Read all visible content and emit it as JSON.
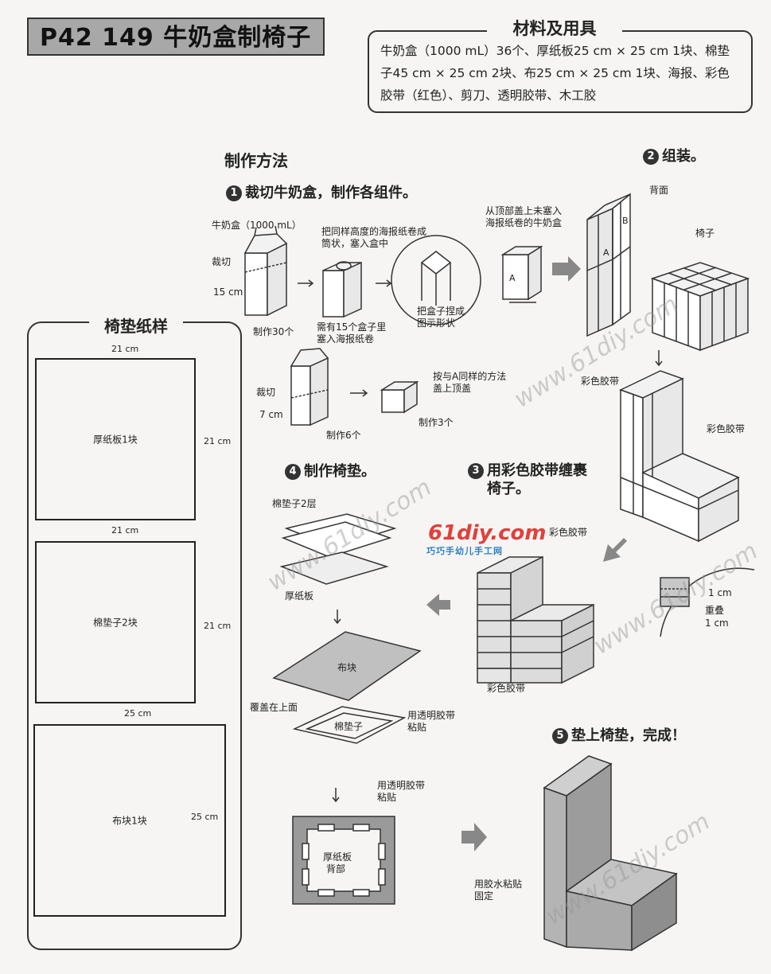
{
  "title": "P42  149  牛奶盒制椅子",
  "materials": {
    "title": "材料及用具",
    "line1": "牛奶盒（1000 mL）36个、厚纸板25 cm × 25 cm 1块、棉垫",
    "line2": "子45 cm × 25 cm  2块、布25 cm × 25 cm 1块、海报、彩色",
    "line3": "胶带（红色）、剪刀、透明胶带、木工胶"
  },
  "method_title": "制作方法",
  "steps": {
    "s1": {
      "num": "1",
      "text": "裁切牛奶盒，制作各组件。"
    },
    "s2": {
      "num": "2",
      "text": "组装。"
    },
    "s3": {
      "num": "3",
      "text1": "用彩色胶带缠裹",
      "text2": "椅子。"
    },
    "s4": {
      "num": "4",
      "text": "制作椅垫。"
    },
    "s5": {
      "num": "5",
      "text": "垫上椅垫，完成！"
    }
  },
  "labels": {
    "carton": "牛奶盒（1000 mL）",
    "cut": "裁切",
    "cm15": "15 cm",
    "make30": "制作30个",
    "poster1": "把同样高度的海报纸卷成",
    "poster2": "筒状，塞入盒中",
    "need1": "需有15个盒子里",
    "need2": "塞入海报纸卷",
    "pinch1": "把盒子捏成",
    "pinch2": "图示形状",
    "cover1": "从顶部盖上未塞入",
    "cover2": "海报纸卷的牛奶盒",
    "cut2": "裁切",
    "cm7": "7 cm",
    "make6": "制作6个",
    "sameA1": "按与A同样的方法",
    "sameA2": "盖上顶盖",
    "make3": "制作3个",
    "back": "背面",
    "seat": "椅子",
    "tape1": "彩色胶带",
    "tape2": "彩色胶带",
    "tape3": "彩色胶带",
    "tape4": "彩色胶带",
    "cm1": "1 cm",
    "overlap": "重叠",
    "cm1b": "1 cm",
    "pad2": "棉垫子2层",
    "board": "厚纸板",
    "cloth": "布块",
    "coverTop": "覆盖在上面",
    "pad": "棉垫子",
    "clearTape1": "用透明胶带",
    "clearTape2": "粘贴",
    "clearTape3": "用透明胶带",
    "clearTape4": "粘贴",
    "boardBack1": "厚纸板",
    "boardBack2": "背部",
    "glue1": "用胶水粘贴",
    "glue2": "固定",
    "A": "A",
    "B": "B"
  },
  "templates": {
    "title": "椅垫纸样",
    "t1": {
      "name": "厚纸板1块",
      "w": "21 cm",
      "h": "21 cm"
    },
    "t2": {
      "name": "棉垫子2块",
      "w": "21 cm",
      "h": "21 cm"
    },
    "t3": {
      "name": "布块1块",
      "w": "25 cm",
      "h": "25 cm"
    }
  },
  "logo": {
    "main": "61diy.com",
    "sub": "巧巧手幼儿手工网"
  },
  "watermark": "www.61diy.com"
}
